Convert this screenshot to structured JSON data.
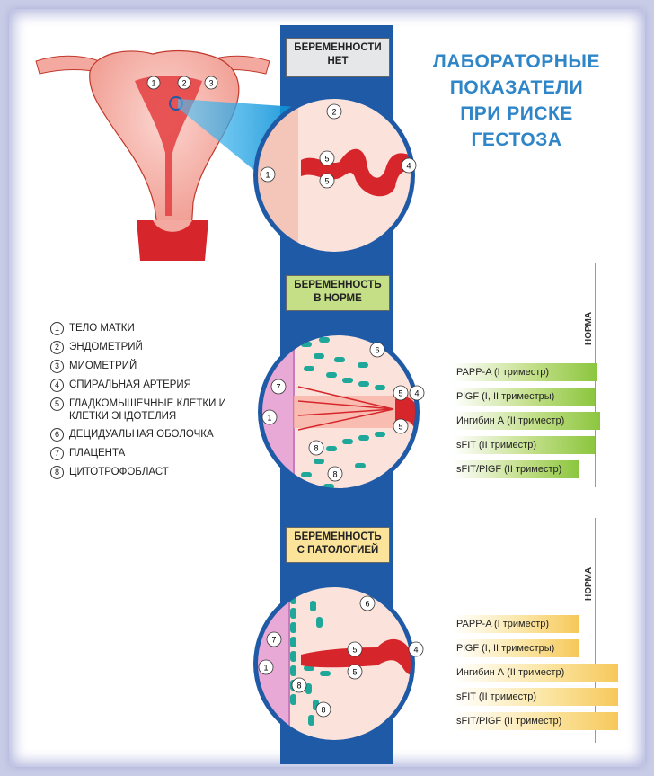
{
  "title_lines": [
    "ЛАБОРАТОРНЫЕ",
    "ПОКАЗАТЕЛИ",
    "ПРИ РИСКЕ",
    "ГЕСТОЗА"
  ],
  "stages": [
    {
      "line1": "БЕРЕМЕННОСТИ",
      "line2": "НЕТ",
      "color": "#e6e7e8"
    },
    {
      "line1": "БЕРЕМЕННОСТЬ",
      "line2": "В НОРМЕ",
      "color": "#c5df86"
    },
    {
      "line1": "БЕРЕМЕННОСТЬ",
      "line2": "С ПАТОЛОГИЕЙ",
      "color": "#fbe39a"
    }
  ],
  "legend": [
    {
      "num": "1",
      "label": "ТЕЛО МАТКИ"
    },
    {
      "num": "2",
      "label": "ЭНДОМЕТРИЙ"
    },
    {
      "num": "3",
      "label": "МИОМЕТРИЙ"
    },
    {
      "num": "4",
      "label": "СПИРАЛЬНАЯ АРТЕРИЯ"
    },
    {
      "num": "5",
      "label": "ГЛАДКОМЫШЕЧНЫЕ КЛЕТКИ И КЛЕТКИ ЭНДОТЕЛИЯ"
    },
    {
      "num": "6",
      "label": "ДЕЦИДУАЛЬНАЯ ОБОЛОЧКА"
    },
    {
      "num": "7",
      "label": "ПЛАЦЕНТА"
    },
    {
      "num": "8",
      "label": "ЦИТОТРОФОБЛАСТ"
    }
  ],
  "norma_label": "НОРМА",
  "normal_markers": [
    "PAPP-A (I триместр)",
    "PlGF (I, II триместры)",
    "Ингибин А (II триместр)",
    "sFIT (II триместр)",
    "sFIT/PlGF (II триместр)"
  ],
  "pathology_markers": [
    "PAPP-A (I триместр)",
    "PlGF (I, II триместры)",
    "Ингибин А (II триместр)",
    "sFIT (II триместр)",
    "sFIT/PlGF (II триместр)"
  ],
  "numbers": {
    "n1": "1",
    "n2": "2",
    "n3": "3",
    "n4": "4",
    "n5": "5",
    "n6": "6",
    "n7": "7",
    "n8": "8"
  },
  "colors": {
    "accent_blue": "#1f5aa6",
    "title_blue": "#2e86c8",
    "artery_red": "#d7262b",
    "uterus_pink": "#f3a9a0",
    "cell_teal": "#1fa89a",
    "green_bar": "#8cc63f",
    "yellow_bar": "#f6c85a"
  }
}
